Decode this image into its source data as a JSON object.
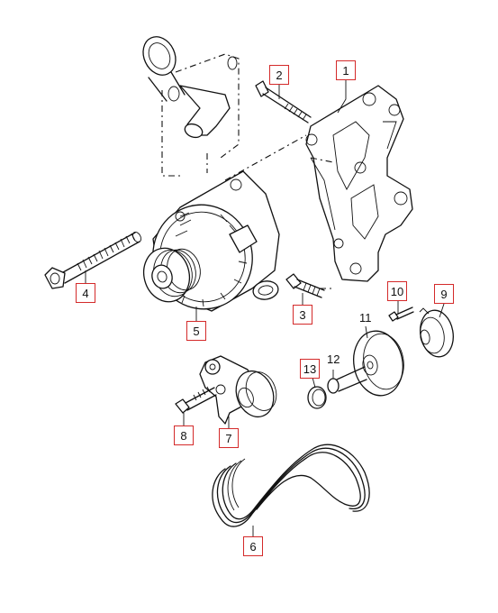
{
  "colors": {
    "callout_border": "#d42a2a",
    "line": "#111111",
    "background": "#ffffff"
  },
  "callouts": [
    {
      "id": "1",
      "label": "1",
      "part": "bracket"
    },
    {
      "id": "2",
      "label": "2",
      "part": "long-bolt"
    },
    {
      "id": "3",
      "label": "3",
      "part": "bracket-bolt"
    },
    {
      "id": "4",
      "label": "4",
      "part": "alternator-bolt"
    },
    {
      "id": "5",
      "label": "5",
      "part": "alternator"
    },
    {
      "id": "6",
      "label": "6",
      "part": "ribbed-belt"
    },
    {
      "id": "7",
      "label": "7",
      "part": "tensioner"
    },
    {
      "id": "8",
      "label": "8",
      "part": "tensioner-bolt"
    },
    {
      "id": "9",
      "label": "9",
      "part": "cap-plate"
    },
    {
      "id": "10",
      "label": "10",
      "part": "small-screw"
    },
    {
      "id": "11",
      "label": "11",
      "part": "idler-pulley"
    },
    {
      "id": "12",
      "label": "12",
      "part": "pulley-bolt"
    },
    {
      "id": "13",
      "label": "13",
      "part": "dust-cap"
    }
  ]
}
